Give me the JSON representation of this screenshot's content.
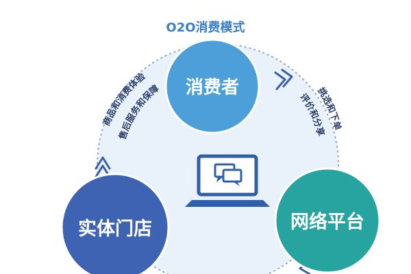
{
  "diagram": {
    "title": "O2O消费模式",
    "nodes": {
      "consumer": {
        "label": "消费者",
        "color": "#4c9fd8"
      },
      "store": {
        "label": "实体门店",
        "color": "#3f63b3"
      },
      "platform": {
        "label": "网络平台",
        "color": "#27a4a0"
      }
    },
    "flows": {
      "store_to_consumer_line1": "商品和消费体验",
      "store_to_consumer_line2": "售后服务和保障",
      "consumer_to_platform_line1": "挑选和下单",
      "consumer_to_platform_line2": "评价和分享"
    },
    "center_icon": "laptop-chat-icon",
    "colors": {
      "ring_fill": "#e9f2fa",
      "ring_dash": "#8ea9c9",
      "arrow": "#3a5ea8",
      "title": "#3a7fc4",
      "flow_text": "#2b3f6b"
    }
  }
}
